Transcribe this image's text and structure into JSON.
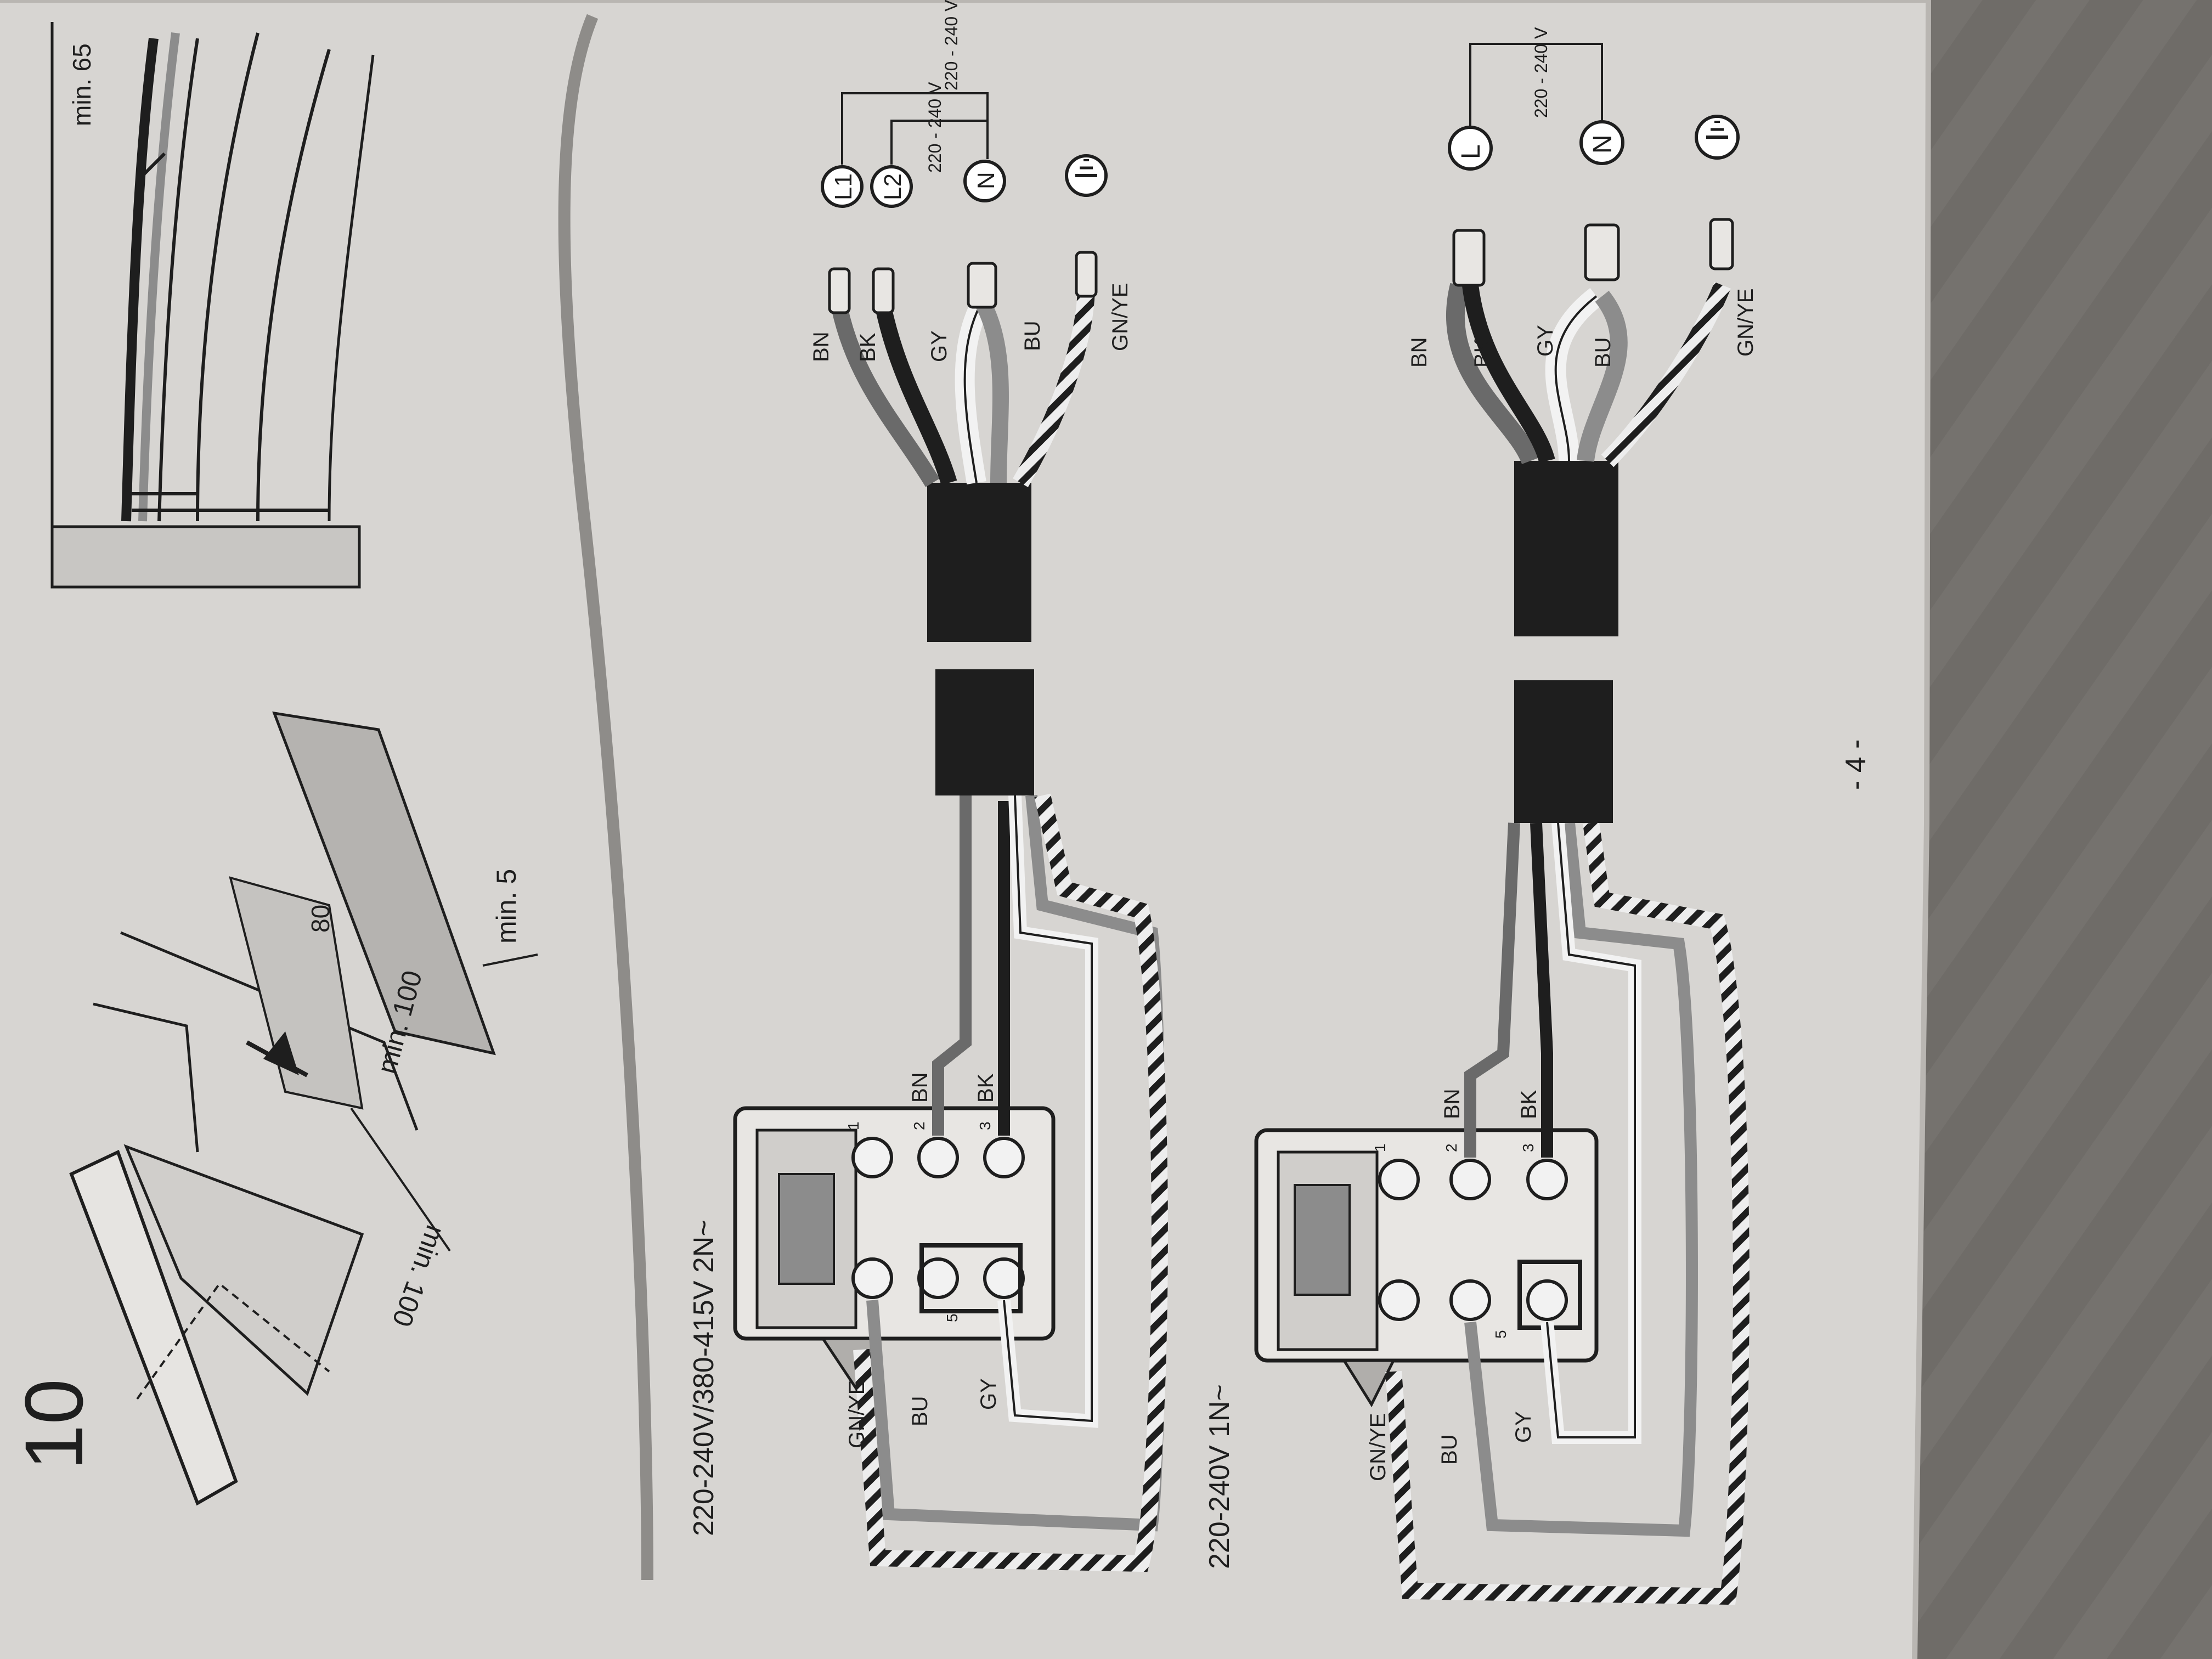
{
  "figure_number": "10",
  "page_number": "- 4 -",
  "install": {
    "dim_80": "80",
    "dim_min100_a": "min. 100",
    "dim_min100_b": "min. 100",
    "dim_min5": "min. 5",
    "dim_min65": "min. 65"
  },
  "diagram_a": {
    "title": "220-240V/380-415V 2N~",
    "voltage": "220 - 240 V",
    "voltage2": "220 - 240 V",
    "terminals": {
      "l1": "L1",
      "l2": "L2",
      "n": "N"
    },
    "wires": {
      "bn": "BN",
      "bk": "BK",
      "gy": "GY",
      "bu": "BU",
      "gnye": "GN/YE"
    },
    "block_labels": {
      "bn": "BN",
      "bk": "BK",
      "gnye": "GN/YE",
      "bu": "BU",
      "gy": "GY"
    },
    "block_numbers": {
      "one": "1",
      "two": "2",
      "three": "3",
      "five": "5"
    }
  },
  "diagram_b": {
    "title": "220-240V 1N~",
    "voltage": "220 - 240 V",
    "terminals": {
      "l": "L",
      "n": "N"
    },
    "wires": {
      "bn": "BN",
      "bk": "BK",
      "gy": "GY",
      "bu": "BU",
      "gnye": "GN/YE"
    },
    "block_labels": {
      "bn": "BN",
      "bk": "BK",
      "gnye": "GN/YE",
      "bu": "BU",
      "gy": "GY"
    },
    "block_numbers": {
      "one": "1",
      "two": "2",
      "three": "3",
      "five": "5"
    }
  },
  "colors": {
    "background": "#6f6c68",
    "paper": "#d7d5d2",
    "cable": "#1e1e1e",
    "brown_wire": "#6a6a6a",
    "blue_wire": "#8c8c8c",
    "grey_wire": "#f2f2f2"
  }
}
